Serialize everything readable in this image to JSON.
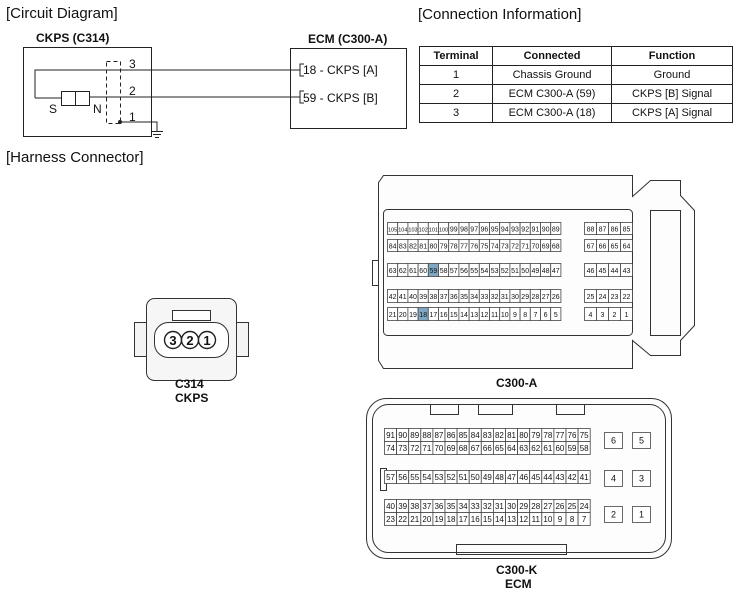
{
  "sections": {
    "circuit": "[Circuit Diagram]",
    "connection": "[Connection Information]",
    "harness": "[Harness Connector]"
  },
  "circuit": {
    "sensor_title": "CKPS (C314)",
    "ecm_title": "ECM (C300-A)",
    "pins": [
      "3",
      "2",
      "1"
    ],
    "s_label": "S",
    "n_label": "N",
    "ecm_pins": [
      "18 - CKPS [A]",
      "59 - CKPS [B]"
    ]
  },
  "table": {
    "headers": [
      "Terminal",
      "Connected",
      "Function"
    ],
    "rows": [
      [
        "1",
        "Chassis Ground",
        "Ground"
      ],
      [
        "2",
        "ECM C300-A (59)",
        "CKPS [B] Signal"
      ],
      [
        "3",
        "ECM C300-A (18)",
        "CKPS [A] Signal"
      ]
    ]
  },
  "harness": {
    "c314_pins": [
      "3",
      "2",
      "1"
    ],
    "c314_label": "C314",
    "c314_sublabel": "CKPS",
    "c300a_label": "C300-A",
    "c300k_label": "C300-K",
    "c300k_sublabel": "ECM",
    "c300a_rows": [
      [
        "105",
        "104",
        "103",
        "102",
        "101",
        "100",
        "99",
        "98",
        "97",
        "96",
        "95",
        "94",
        "93",
        "92",
        "91",
        "90",
        "89"
      ],
      [
        "84",
        "83",
        "82",
        "81",
        "80",
        "79",
        "78",
        "77",
        "76",
        "75",
        "74",
        "73",
        "72",
        "71",
        "70",
        "69",
        "68"
      ],
      [
        "63",
        "62",
        "61",
        "60",
        "59",
        "58",
        "57",
        "56",
        "55",
        "54",
        "53",
        "52",
        "51",
        "50",
        "49",
        "48",
        "47"
      ],
      [
        "42",
        "41",
        "40",
        "39",
        "38",
        "37",
        "36",
        "35",
        "34",
        "33",
        "32",
        "31",
        "30",
        "29",
        "28",
        "27",
        "26"
      ],
      [
        "21",
        "20",
        "19",
        "18",
        "17",
        "16",
        "15",
        "14",
        "13",
        "12",
        "11",
        "10",
        "9",
        "8",
        "7",
        "6",
        "5"
      ]
    ],
    "c300a_right": [
      [
        "88",
        "87",
        "86",
        "85"
      ],
      [
        "67",
        "66",
        "65",
        "64"
      ],
      [
        "46",
        "45",
        "44",
        "43"
      ],
      [
        "25",
        "24",
        "23",
        "22"
      ],
      [
        "4",
        "3",
        "2",
        "1"
      ]
    ],
    "c300a_highlight": [
      "59",
      "18"
    ],
    "highlight_color": "#7fa7c4",
    "c300k_rows": [
      [
        "91",
        "90",
        "89",
        "88",
        "87",
        "86",
        "85",
        "84",
        "83",
        "82",
        "81",
        "80",
        "79",
        "78",
        "77",
        "76",
        "75"
      ],
      [
        "74",
        "73",
        "72",
        "71",
        "70",
        "69",
        "68",
        "67",
        "66",
        "65",
        "64",
        "63",
        "62",
        "61",
        "60",
        "59",
        "58"
      ],
      [
        "57",
        "56",
        "55",
        "54",
        "53",
        "52",
        "51",
        "50",
        "49",
        "48",
        "47",
        "46",
        "45",
        "44",
        "43",
        "42",
        "41"
      ],
      [
        "40",
        "39",
        "38",
        "37",
        "36",
        "35",
        "34",
        "33",
        "32",
        "31",
        "30",
        "29",
        "28",
        "27",
        "26",
        "25",
        "24"
      ],
      [
        "23",
        "22",
        "21",
        "20",
        "19",
        "18",
        "17",
        "16",
        "15",
        "14",
        "13",
        "12",
        "11",
        "10",
        "9",
        "8",
        "7"
      ]
    ],
    "c300k_right": [
      [
        "6",
        "5"
      ],
      [
        "4",
        "3"
      ],
      [
        "2",
        "1"
      ]
    ]
  }
}
